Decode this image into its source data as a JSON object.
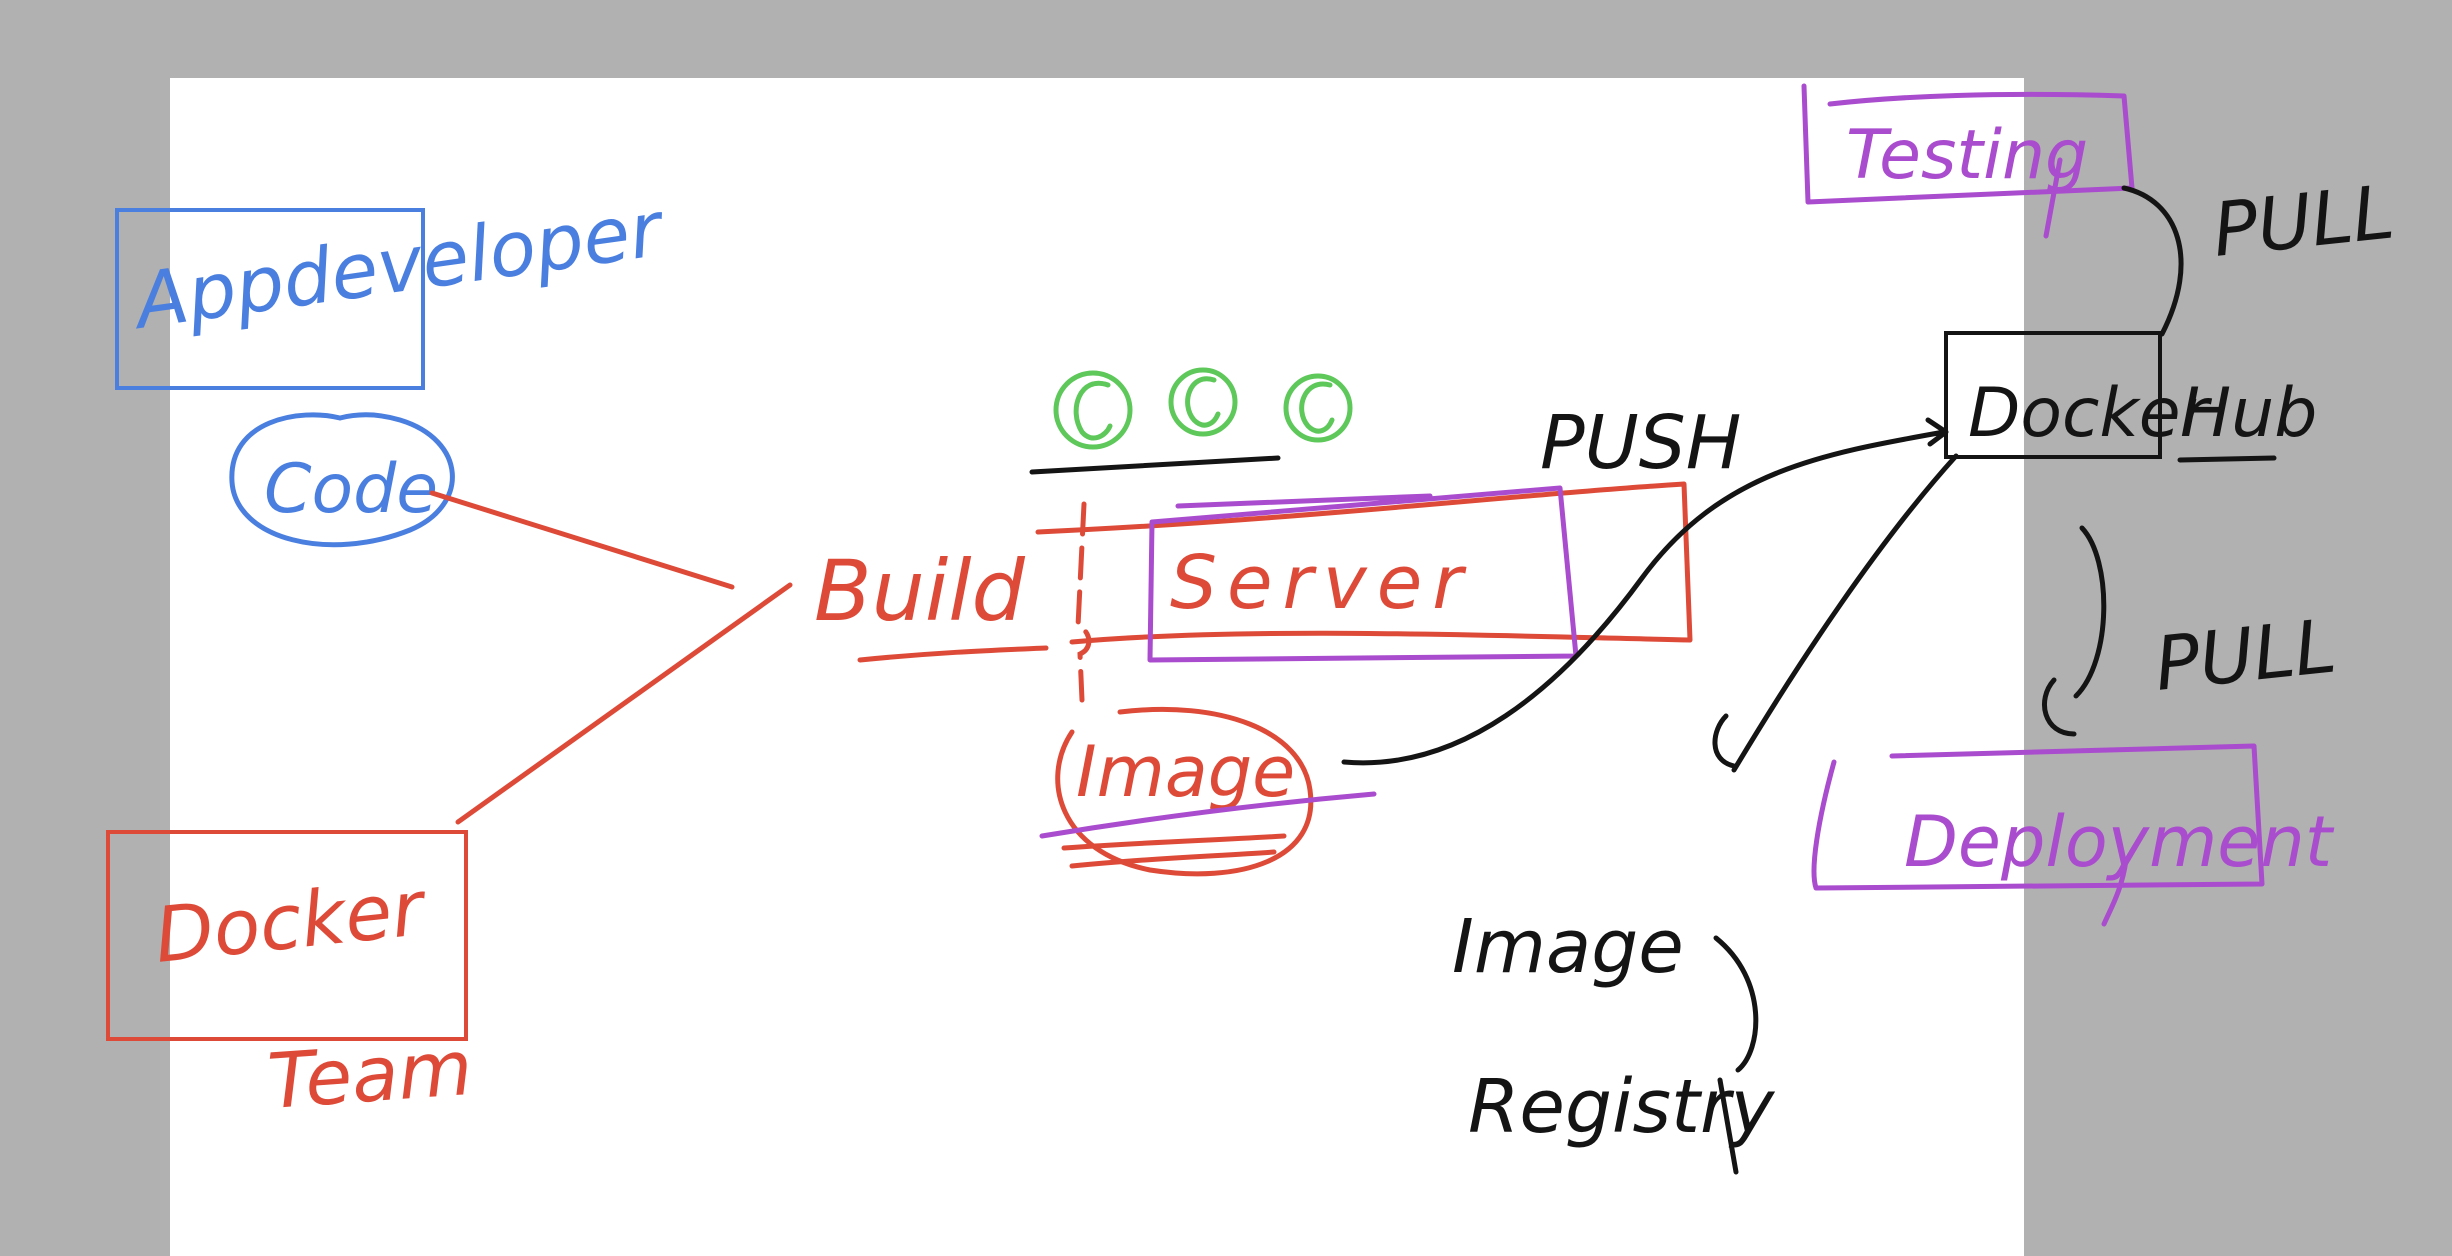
{
  "colors": {
    "background": "#b1b1b1",
    "paper": "#ffffff",
    "blue": "#4a7fe0",
    "red": "#de4a38",
    "purple": "#a94ccd",
    "green": "#5ec85a",
    "black": "#141414"
  },
  "labels": {
    "app_developer": "Appdeveloper",
    "code": "Code",
    "docker_team_box": "Docker",
    "team": "Team",
    "build": "Build",
    "server": "Server",
    "image": "Image",
    "push": "PUSH",
    "testing": "Testing",
    "pull_top": "PULL",
    "docker_hub": "Docker",
    "hub_suffix": "Hub",
    "pull_bottom": "PULL",
    "deployment": "Deployment",
    "image_registry_line1": "Image",
    "image_registry_line2": "Registry"
  },
  "icons": {
    "commit_markers": [
      "circle-c",
      "circle-c",
      "circle-c"
    ]
  }
}
